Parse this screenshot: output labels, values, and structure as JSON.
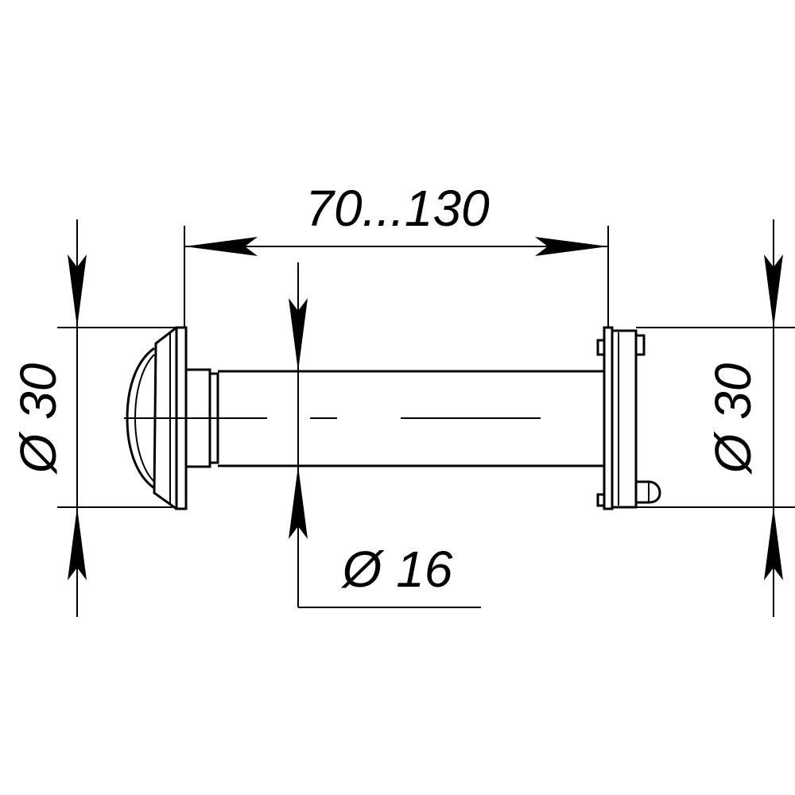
{
  "dimensions": {
    "length_range": "70...130",
    "outer_diameter_left": "Ø 30",
    "outer_diameter_right": "Ø 30",
    "tube_diameter": "Ø 16"
  },
  "colors": {
    "line": "#000000",
    "background": "#ffffff"
  }
}
